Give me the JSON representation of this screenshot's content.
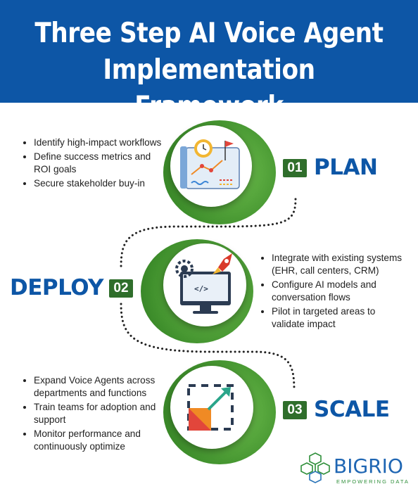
{
  "header": {
    "title_line1": "Three Step AI Voice Agent",
    "title_line2": "Implementation Framework"
  },
  "steps": [
    {
      "number": "01",
      "title": "PLAN",
      "icon": "planning-chart-icon",
      "bullets": [
        "Identify high-impact workflows",
        "Define success metrics and ROI goals",
        "Secure stakeholder buy-in"
      ]
    },
    {
      "number": "02",
      "title": "DEPLOY",
      "icon": "monitor-code-rocket-icon",
      "bullets": [
        "Integrate with existing systems (EHR, call centers, CRM)",
        "Configure AI models and conversation flows",
        "Pilot in targeted areas to validate impact"
      ]
    },
    {
      "number": "03",
      "title": "SCALE",
      "icon": "scale-expand-icon",
      "bullets": [
        "Expand Voice Agents across departments and functions",
        "Train teams for adoption and support",
        "Monitor performance and continuously optimize"
      ]
    }
  ],
  "brand": {
    "name": "BIGRIO",
    "tagline": "EMPOWERING DATA",
    "icon": "cube-network-icon"
  },
  "colors": {
    "header_blue": "#0d56a6",
    "green": "#3f8f2c",
    "badge_green": "#2f6e2b"
  }
}
